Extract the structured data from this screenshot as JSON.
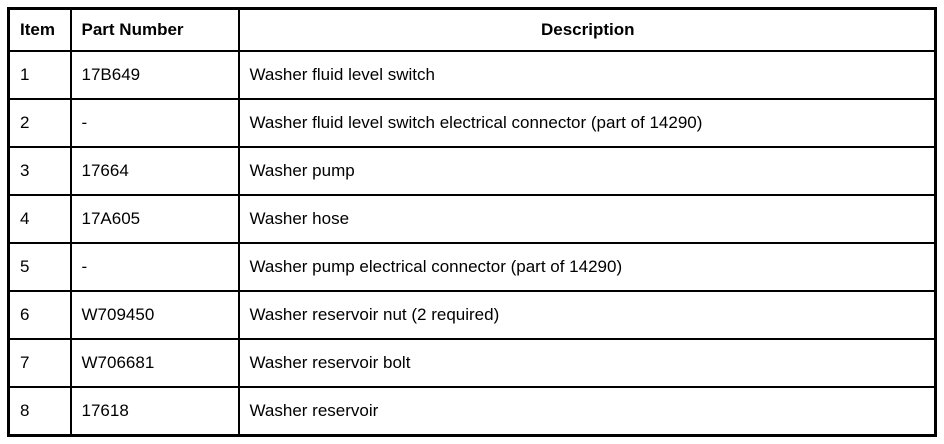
{
  "table": {
    "columns": [
      {
        "key": "item",
        "label": "Item"
      },
      {
        "key": "part_number",
        "label": "Part Number"
      },
      {
        "key": "description",
        "label": "Description"
      }
    ],
    "rows": [
      {
        "item": "1",
        "part_number": "17B649",
        "description": "Washer fluid level switch"
      },
      {
        "item": "2",
        "part_number": "-",
        "description": "Washer fluid level switch electrical connector (part of 14290)"
      },
      {
        "item": "3",
        "part_number": "17664",
        "description": "Washer pump"
      },
      {
        "item": "4",
        "part_number": "17A605",
        "description": "Washer hose"
      },
      {
        "item": "5",
        "part_number": "-",
        "description": "Washer pump electrical connector (part of 14290)"
      },
      {
        "item": "6",
        "part_number": "W709450",
        "description": "Washer reservoir nut (2 required)"
      },
      {
        "item": "7",
        "part_number": "W706681",
        "description": "Washer reservoir bolt"
      },
      {
        "item": "8",
        "part_number": "17618",
        "description": "Washer reservoir"
      }
    ],
    "colors": {
      "border": "#000000",
      "text": "#000000",
      "background": "#ffffff"
    }
  }
}
